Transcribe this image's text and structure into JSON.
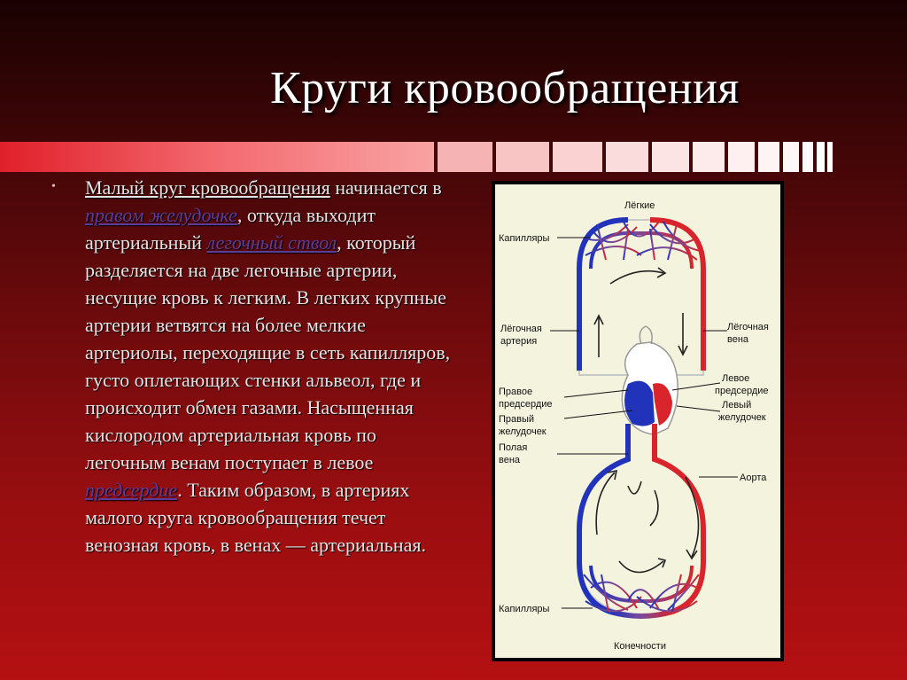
{
  "slide": {
    "title": "Круги кровообращения",
    "bullet": "•"
  },
  "text": {
    "intro": "Малый круг кровообращения",
    "p1": " начинается в ",
    "term1": "правом желудочке",
    "p2": ", откуда выходит артериальный ",
    "term2": "легочный ствол",
    "p3": ", который разделяется на две легочные артерии, несущие кровь к легким. В легких крупные артерии ветвятся на более мелкие артериолы, переходящие в сеть капилляров, густо оплетающих стенки альвеол, где и происходит обмен газами. Насыщенная кислородом артериальная кровь по легочным венам поступает в левое ",
    "term3": "предсердие",
    "p4": ". Таким образом, в артериях малого круга кровообращения течет венозная кровь, в венах — артериальная."
  },
  "diagram": {
    "labels": {
      "lungs": "Лёгкие",
      "capillaries_top": "Капилляры",
      "pulm_artery_1": "Лёгочная",
      "pulm_artery_2": "артерия",
      "pulm_vein_1": "Лёгочная",
      "pulm_vein_2": "вена",
      "right_atrium_1": "Правое",
      "right_atrium_2": "предсердие",
      "right_ventricle_1": "Правый",
      "right_ventricle_2": "желудочек",
      "vena_cava_1": "Полая",
      "vena_cava_2": "вена",
      "left_atrium_1": "Левое",
      "left_atrium_2": "предсердие",
      "left_ventricle_1": "Левый",
      "left_ventricle_2": "желудочек",
      "aorta": "Аорта",
      "capillaries_bottom": "Капилляры",
      "limbs": "Конечности"
    },
    "colors": {
      "venous": "#2233bb",
      "arterial": "#d8242a",
      "background": "#f4f3de"
    }
  }
}
